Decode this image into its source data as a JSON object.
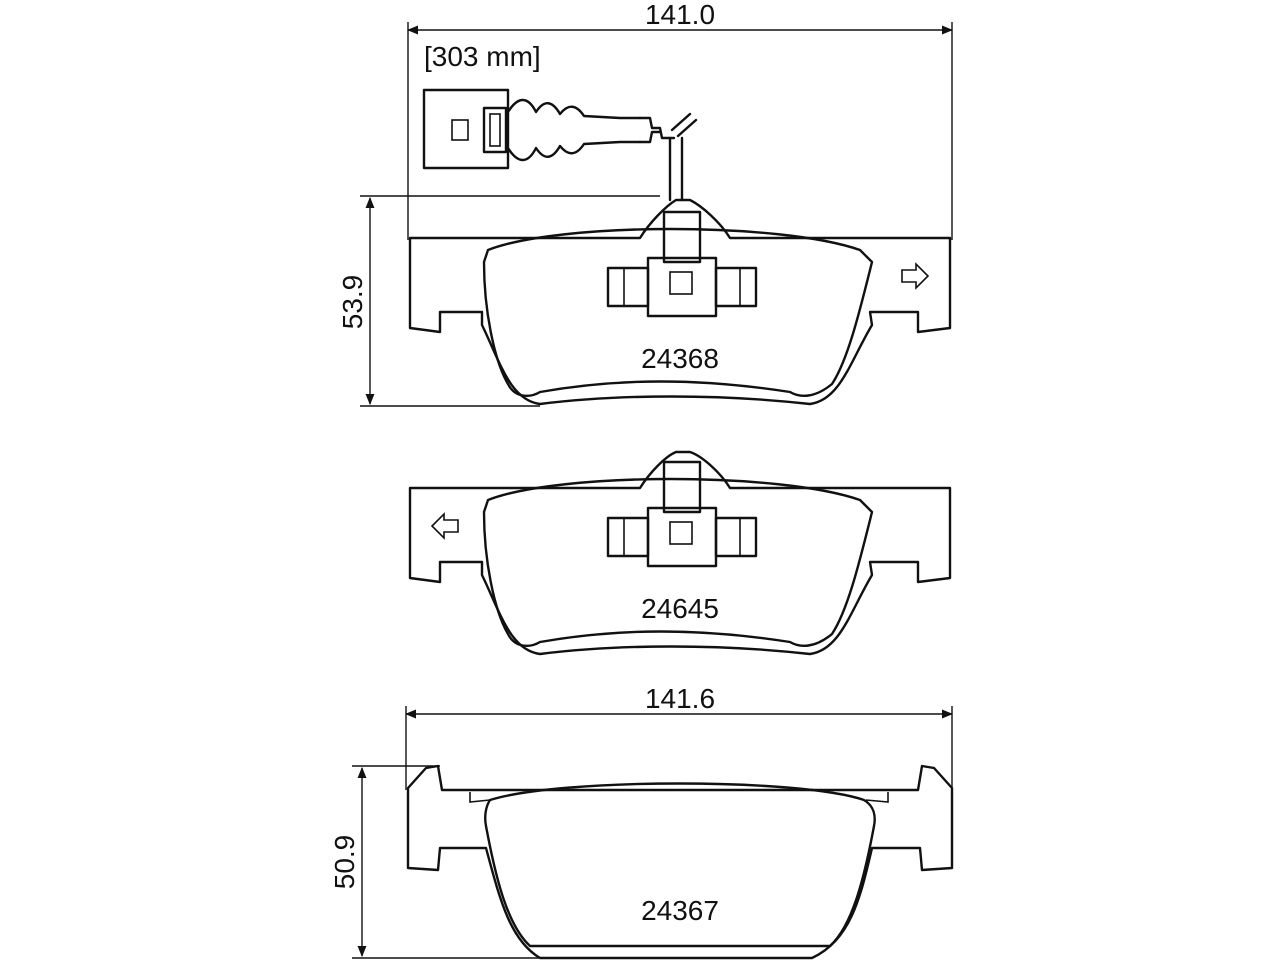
{
  "dimensions": {
    "top_width": "141.0",
    "cable_length": "[303 mm]",
    "pad1_height": "53.9",
    "bottom_width": "141.6",
    "pad3_height": "50.9"
  },
  "parts": {
    "pad1": "24368",
    "pad2": "24645",
    "pad3": "24367"
  }
}
